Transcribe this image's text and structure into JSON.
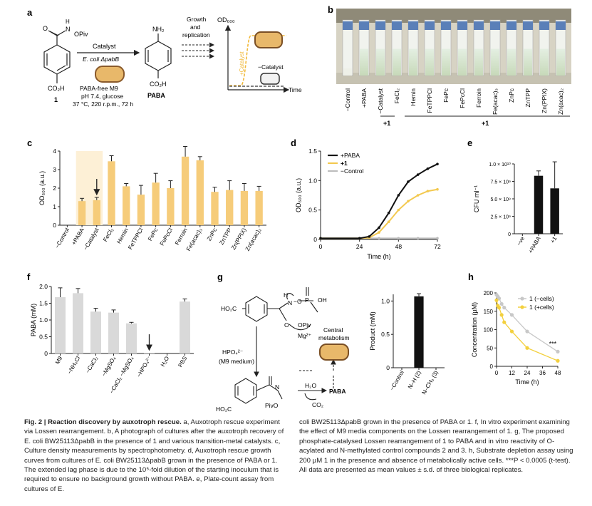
{
  "panel_letters": {
    "a": "a",
    "b": "b",
    "c": "c",
    "d": "d",
    "e": "e",
    "f": "f",
    "g": "g",
    "h": "h"
  },
  "panel_a": {
    "compound_1_label": "1",
    "compound_1_N": "N",
    "compound_1_OPiv": "OPiv",
    "compound_1_H": "H",
    "compound_1_O": "O",
    "compound_1_CO2H": "CO₂H",
    "arrow_top": "Catalyst",
    "arrow_strain": "E. coli ΔpabB",
    "conditions": [
      "PABA-free M9",
      "pH 7.4, glucose",
      "37 °C, 220 r.p.m., 72 h"
    ],
    "paba_nh2": "NH₂",
    "paba_co2h": "CO₂H",
    "paba_label": "PABA",
    "growth_label": [
      "Growth",
      "and",
      "replication"
    ],
    "plot_ylabel": "OD₆₀₀",
    "plot_xlabel": "Time",
    "plus_catalyst": "+Catalyst",
    "minus_catalyst": "−Catalyst"
  },
  "panel_b": {
    "tube_labels": [
      "−Control",
      "+PABA",
      "−Catalyst",
      "FeCl₂",
      "Hemin",
      "FeTPPCl",
      "FePc",
      "FePcCl",
      "Ferroin",
      "Fe(acac)₃",
      "ZnPc",
      "ZnTPP",
      "Zn(PPIX)",
      "Zn(acac)₂"
    ],
    "group_label_1": "+1",
    "group_label_2": "+1"
  },
  "chart_data": [
    {
      "panel": "c",
      "type": "bar",
      "ylabel": "OD₆₀₀ (a.u.)",
      "ylim": [
        0,
        4
      ],
      "yticks": [
        0,
        1,
        2,
        3,
        4
      ],
      "categories": [
        "−Control",
        "+PABA",
        "−Catalyst",
        "FeCl₂",
        "Hemin",
        "FeTPPCl",
        "FePc",
        "FePcCl",
        "Ferroin",
        "Fe(acac)₃",
        "ZnPc",
        "ZnTPP",
        "Zn(PPIX)",
        "Zn(acac)₂"
      ],
      "values": [
        0.0,
        1.3,
        1.35,
        3.45,
        2.1,
        1.65,
        2.3,
        2.0,
        3.7,
        3.5,
        1.8,
        1.9,
        1.85,
        1.85
      ],
      "errors": [
        0.0,
        0.15,
        0.15,
        0.3,
        0.15,
        0.5,
        0.5,
        0.4,
        0.55,
        0.2,
        0.25,
        0.5,
        0.4,
        0.25
      ],
      "highlight_band": [
        "+PABA",
        "−Catalyst"
      ],
      "arrow_at": "−Catalyst",
      "color": "#f6cc7a"
    },
    {
      "panel": "d",
      "type": "line",
      "ylabel": "OD₆₀₀ (a.u.)",
      "xlabel": "Time (h)",
      "xlim": [
        0,
        72
      ],
      "ylim": [
        0,
        1.5
      ],
      "xticks": [
        0,
        24,
        48,
        72
      ],
      "yticks": [
        0,
        0.5,
        1.0,
        1.5
      ],
      "ytick_labels": [
        "0",
        "0.5",
        "1.0",
        "1.5"
      ],
      "series": [
        {
          "name": "+PABA",
          "color": "#111111",
          "x": [
            0,
            24,
            30,
            36,
            42,
            48,
            54,
            60,
            66,
            72
          ],
          "y": [
            0.02,
            0.02,
            0.05,
            0.2,
            0.45,
            0.75,
            0.98,
            1.1,
            1.2,
            1.28
          ]
        },
        {
          "name": "+1",
          "color": "#f3c94f",
          "x": [
            0,
            24,
            30,
            36,
            42,
            48,
            54,
            60,
            66,
            72
          ],
          "y": [
            0.02,
            0.02,
            0.03,
            0.12,
            0.3,
            0.5,
            0.65,
            0.75,
            0.82,
            0.85
          ]
        },
        {
          "name": "−Control",
          "color": "#bdbdbd",
          "x": [
            0,
            24,
            36,
            48,
            60,
            72
          ],
          "y": [
            0.02,
            0.02,
            0.02,
            0.02,
            0.02,
            0.02
          ]
        }
      ]
    },
    {
      "panel": "e",
      "type": "bar",
      "ylabel": "CFU ml⁻¹",
      "ylim": [
        0,
        10000000000.0
      ],
      "yticks": [
        0,
        2500000000.0,
        5000000000.0,
        7500000000.0,
        10000000000.0
      ],
      "ytick_labels": [
        "0",
        "2.5 × 10⁹",
        "5.0 × 10⁹",
        "7.5 × 10⁹",
        "1.0 × 10¹⁰"
      ],
      "categories": [
        "−ve",
        "+PABA",
        "+1"
      ],
      "values": [
        50000000.0,
        8300000000.0,
        6500000000.0
      ],
      "errors": [
        0,
        700000000.0,
        3800000000.0
      ],
      "color": "#111111"
    },
    {
      "panel": "f",
      "type": "bar",
      "ylabel": "PABA (mM)",
      "ylim": [
        0,
        2.0
      ],
      "yticks": [
        0,
        0.5,
        1.0,
        1.5,
        2.0
      ],
      "ytick_labels": [
        "0",
        "0.5",
        "1.0",
        "1.5",
        "2.0"
      ],
      "categories": [
        "M9",
        "−NH₄Cl",
        "−CaCl₂",
        "−MgSO₄",
        "−CaCl₂ −MgSO₄",
        "−HPO₄²⁻",
        "H₂O",
        "PBS"
      ],
      "values": [
        1.68,
        1.8,
        1.25,
        1.22,
        0.9,
        0.02,
        0.0,
        1.55
      ],
      "errors": [
        0.28,
        0.14,
        0.1,
        0.08,
        0.03,
        0.0,
        0.0,
        0.08
      ],
      "arrow_at": "−HPO₄²⁻",
      "color": "#d9d9d9"
    },
    {
      "panel": "g",
      "type": "bar",
      "ylabel": "Product (mM)",
      "ylim": [
        0,
        1.1
      ],
      "yticks": [
        0,
        0.5,
        1.0
      ],
      "ytick_labels": [
        "0",
        "0.5",
        "1.0"
      ],
      "categories": [
        "−Control",
        "N–H (2)",
        "N–CH₃ (3)"
      ],
      "values": [
        0.0,
        1.07,
        0.0
      ],
      "errors": [
        0,
        0.04,
        0
      ],
      "color": "#111111"
    },
    {
      "panel": "h",
      "type": "scatter",
      "ylabel": "Concentration (µM)",
      "xlabel": "Time (h)",
      "xlim": [
        0,
        48
      ],
      "ylim": [
        0,
        200
      ],
      "xticks": [
        0,
        12,
        24,
        36,
        48
      ],
      "yticks": [
        0,
        50,
        100,
        150,
        200
      ],
      "series": [
        {
          "name": "1 (−cells)",
          "color": "#c8c8c8",
          "x": [
            0,
            1,
            2,
            4,
            6,
            12,
            24,
            48
          ],
          "y": [
            195,
            190,
            185,
            170,
            160,
            140,
            95,
            40
          ]
        },
        {
          "name": "1 (+cells)",
          "color": "#f3d03e",
          "x": [
            0,
            1,
            2,
            4,
            6,
            12,
            24,
            48
          ],
          "y": [
            180,
            165,
            160,
            140,
            120,
            95,
            50,
            15
          ]
        }
      ],
      "annotation": "***"
    }
  ],
  "panel_g_scheme": {
    "ho2c": "HO₂C",
    "o_left": "O",
    "h": "H",
    "n": "N",
    "opiv": "OPiv",
    "p": "P",
    "o_minus": "−O",
    "oh": "OH",
    "mg": "Mg²⁺",
    "hpo4": "HPO₄²⁻",
    "m9": "(M9 medium)",
    "central": [
      "Central",
      "metabolism"
    ],
    "h2o": "H₂O",
    "co2": "CO₂",
    "paba": "PABA",
    "ho2c_bottom": "HO₂C",
    "pivo": "PivO",
    "n_bottom": "N"
  },
  "legend_d": [
    "+PABA",
    "+1",
    "−Control"
  ],
  "legend_h": [
    "1 (−cells)",
    "1 (+cells)"
  ],
  "caption_left": {
    "lead": "Fig. 2 | Reaction discovery by auxotroph rescue.",
    "body": " a, Auxotroph rescue experiment via Lossen rearrangement. b, A photograph of cultures after the auxotroph recovery of E. coli BW25113ΔpabB in the presence of 1 and various transition-metal catalysts. c, Culture density measurements by spectrophotometry. d, Auxotroph rescue growth curves from cultures of E. coli BW25113ΔpabB grown in the presence of PABA or 1. The extended lag phase is due to the 10⁵-fold dilution of the starting inoculum that is required to ensure no background growth without PABA. e, Plate-count assay from cultures of E."
  },
  "caption_right": {
    "body": "coli BW25113ΔpabB grown in the presence of PABA or 1. f, In vitro experiment examining the effect of M9 media components on the Lossen rearrangement of 1. g, The proposed phosphate-catalysed Lossen rearrangement of 1 to PABA and in vitro reactivity of O-acylated and N-methylated control compounds 2 and 3. h, Substrate depletion assay using 200 µM 1 in the presence and absence of metabolically active cells. ***P < 0.0005 (t-test). All data are presented as mean values ± s.d. of three biological replicates."
  }
}
